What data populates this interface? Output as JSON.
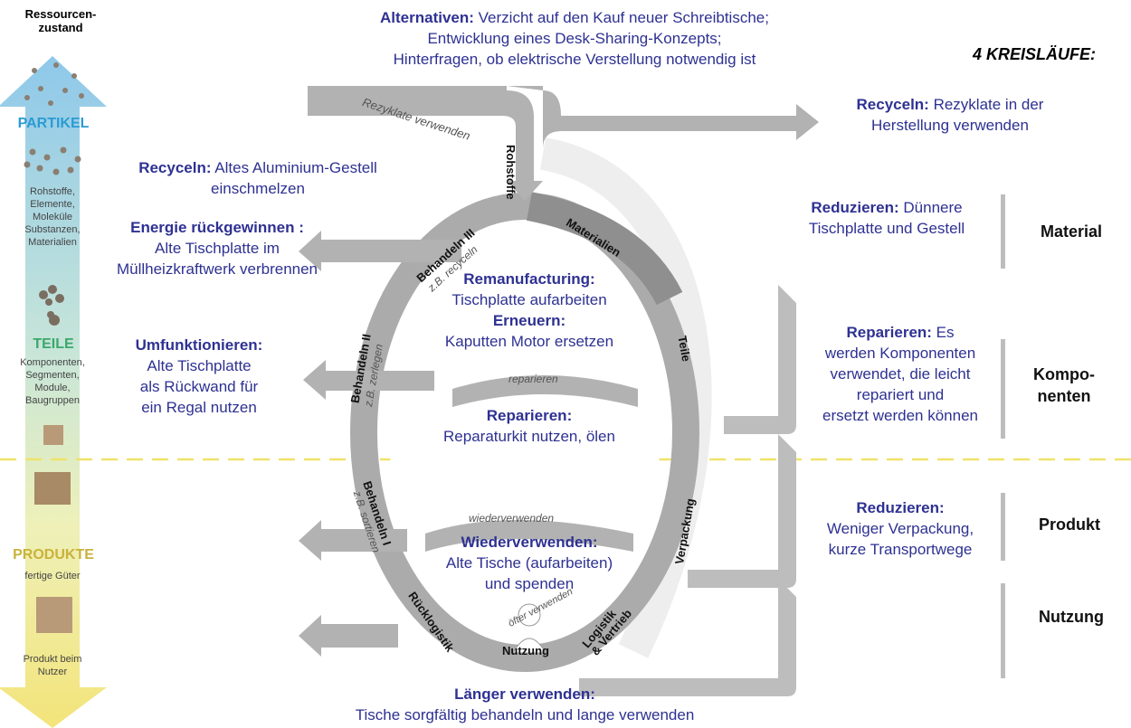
{
  "resource_header": "Ressourcen-\nzustand",
  "left_axis": {
    "partikel": "PARTIKEL",
    "partikel_desc": "Rohstoffe,\nElemente,\nMoleküle\nSubstanzen,\nMaterialien",
    "teile": "TEILE",
    "teile_desc": "Komponenten,\nSegmenten,\nModule,\nBaugruppen",
    "produkte": "PRODUKTE",
    "produkte_desc": "fertige Güter",
    "nutzer_desc": "Produkt beim\nNutzer"
  },
  "title_right": "4 KREISLÄUFE:",
  "stages": {
    "material": "Material",
    "komponenten": "Kompo-\nnenten",
    "produkt": "Produkt",
    "nutzung": "Nutzung"
  },
  "blocks": {
    "alternativen_bold": "Alternativen:",
    "alternativen_text": " Verzicht auf den Kauf neuer Schreibtische;\nEntwicklung eines Desk-Sharing-Konzepts;\nHinterfragen, ob elektrische Verstellung notwendig ist",
    "recyceln_right_bold": "Recyceln:",
    "recyceln_right_text": " Rezyklate in der\nHerstellung verwenden",
    "recyceln_left_bold": "Recyceln:",
    "recyceln_left_text": " Altes Aluminium-Gestell\neinschmelzen",
    "energie_bold": "Energie rückgewinnen :",
    "energie_text": "Alte Tischplatte im\nMüllheizkraftwerk verbrennen",
    "reduzieren1_bold": "Reduzieren:",
    "reduzieren1_text": " Dünnere\nTischplatte und Gestell",
    "remanufacturing_bold": "Remanufacturing:",
    "remanufacturing_text": "Tischplatte aufarbeiten",
    "erneuern_bold": "Erneuern:",
    "erneuern_text": "Kaputten Motor ersetzen",
    "umfunktionieren_bold": "Umfunktionieren:",
    "umfunktionieren_text": "Alte Tischplatte\nals Rückwand für\nein Regal nutzen",
    "reparieren_center_bold": "Reparieren:",
    "reparieren_center_text": "Reparaturkit nutzen, ölen",
    "reparieren_right_bold": "Reparieren:",
    "reparieren_right_text": " Es\nwerden Komponenten\nverwendet, die leicht\nrepariert und\nersetzt werden können",
    "reduzieren2_bold": "Reduzieren:",
    "reduzieren2_text": "Weniger Verpackung,\nkurze Transportwege",
    "wiederverwenden_bold": "Wiederverwenden:",
    "wiederverwenden_text": "Alte Tische (aufarbeiten)\nund spenden",
    "laenger_bold": "Länger verwenden:",
    "laenger_text": "Tische sorgfältig behandeln und lange verwenden"
  },
  "cycle_labels": {
    "rohstoffe": "Rohstoffe",
    "materialien": "Materialien",
    "teile": "Teile",
    "verpackung": "Verpackung",
    "logistik": "Logistik\n& Vertrieb",
    "nutzung": "Nutzung",
    "ruecklogistik": "Rücklogistik",
    "behandeln1": "Behandeln I",
    "behandeln1_sub": "z.B. sortieren",
    "behandeln2": "Behandeln II",
    "behandeln2_sub": "z.B. zerlegen",
    "behandeln3": "Behandeln III",
    "behandeln3_sub": "z.B. recyceln",
    "rezyklate_verwenden": "Rezyklate verwenden",
    "reparieren": "reparieren",
    "wiederverwenden": "wiederverwenden",
    "oefter_verwenden": "öfter verwenden"
  }
}
